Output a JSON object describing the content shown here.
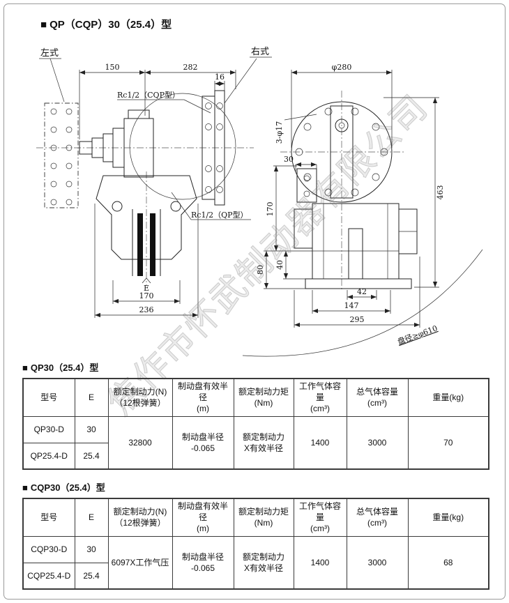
{
  "page": {
    "title": {
      "bullet": "■",
      "text": "QP（CQP）30（25.4）型"
    }
  },
  "watermark": {
    "text": "焦作市怀武制动器有限公司"
  },
  "drawing": {
    "left_type_label": "左式",
    "right_type_label": "右式",
    "dims": {
      "d150": "150",
      "d282": "282",
      "d16": "16",
      "rc_cqp": "Rc1/2（CQP型）",
      "rc_qp": "Rc1/2（QP型）",
      "e": "E",
      "d170b": "170",
      "d236": "236",
      "phi280": "φ280",
      "phi17": "3-φ17",
      "d30": "30",
      "d170": "170",
      "d40": "40",
      "d80": "80",
      "d463": "463",
      "d42": "42",
      "d147": "147",
      "d295": "295",
      "disc_note": "盘径≥φ610"
    }
  },
  "table_qp": {
    "section": {
      "bullet": "■",
      "text": "QP30（25.4）型"
    },
    "headers": [
      "型号",
      "E",
      "额定制动力(N)\n（12根弹簧）",
      "制动盘有效半径\n(m)",
      "额定制动力矩\n(Nm)",
      "工作气体容量\n(cm³)",
      "总气体容量\n(cm³)",
      "重量(kg)"
    ],
    "rows": [
      {
        "model": "QP30-D",
        "e": "30"
      },
      {
        "model": "QP25.4-D",
        "e": "25.4"
      }
    ],
    "merged": {
      "force": "32800",
      "radius": "制动盘半径\n-0.065",
      "torque": "额定制动力\nX有效半径",
      "working_gas": "1400",
      "total_gas": "3000",
      "weight": "70"
    }
  },
  "table_cqp": {
    "section": {
      "bullet": "■",
      "text": "CQP30（25.4）型"
    },
    "headers": [
      "型号",
      "E",
      "额定制动力(N)\n（12根弹簧）",
      "制动盘有效半径\n(m)",
      "额定制动力矩\n(Nm)",
      "工作气体容量\n(cm³)",
      "总气体容量\n(cm³)",
      "重量(kg)"
    ],
    "rows": [
      {
        "model": "CQP30-D",
        "e": "30"
      },
      {
        "model": "CQP25.4-D",
        "e": "25.4"
      }
    ],
    "merged": {
      "force": "6097X工作气压",
      "radius": "制动盘半径\n-0.065",
      "torque": "额定制动力\nX有效半径",
      "working_gas": "1400",
      "total_gas": "3000",
      "weight": "68"
    }
  }
}
